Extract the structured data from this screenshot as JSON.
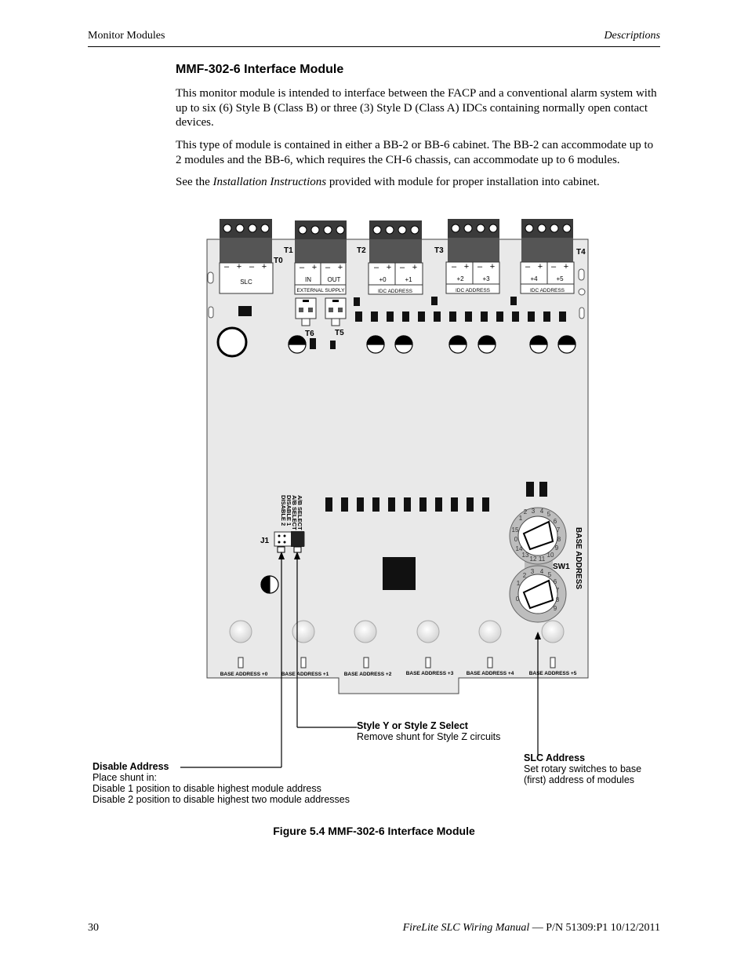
{
  "header": {
    "left": "Monitor Modules",
    "right": "Descriptions"
  },
  "section_title": "MMF-302-6 Interface Module",
  "paragraphs": [
    "This monitor module is intended to interface between the FACP and a conventional alarm system with up to six (6) Style B (Class B) or three (3) Style D (Class A) IDCs containing normally open contact devices.",
    "This type of module is contained in either a BB-2 or BB-6 cabinet. The BB-2 can accommodate up to 2 modules and the BB-6, which requires the CH-6 chassis, can accommodate up to 6 modules."
  ],
  "para3": {
    "before": "See the ",
    "italic": "Installation Instructions",
    "after": " provided with module for proper installation into cabinet."
  },
  "board": {
    "terminal_labels": [
      "T0",
      "T1",
      "T2",
      "T3",
      "T4",
      "T5",
      "T6",
      "J1",
      "SW1"
    ],
    "slc_label": "SLC",
    "ext_supply": {
      "in": "IN",
      "out": "OUT",
      "label": "EXTERNAL SUPPLY"
    },
    "idc_blocks": [
      {
        "a": "+0",
        "b": "+1",
        "label": "IDC ADDRESS"
      },
      {
        "a": "+2",
        "b": "+3",
        "label": "IDC ADDRESS"
      },
      {
        "a": "+4",
        "b": "+5",
        "label": "IDC ADDRESS"
      }
    ],
    "pm": {
      "minus": "–",
      "plus": "+"
    },
    "jumper_labels": [
      "A/B SELECT",
      "A/B SELECT",
      "DISABLE 1",
      "DISABLE 2"
    ],
    "base_address_vertical": "BASE ADDRESS",
    "base_address_leds": [
      "BASE ADDRESS +0",
      "BASE ADDRESS +1",
      "BASE ADDRESS +2",
      "BASE ADDRESS +3",
      "BASE ADDRESS +4",
      "BASE ADDRESS +5"
    ],
    "dial_upper_digits": [
      "0",
      "1",
      "2",
      "3",
      "4",
      "5",
      "6",
      "7",
      "8",
      "9",
      "10",
      "11",
      "12",
      "13",
      "14",
      "15"
    ],
    "dial_lower_digits": [
      "0",
      "1",
      "2",
      "3",
      "4",
      "5",
      "6",
      "7",
      "8",
      "9"
    ]
  },
  "callouts": {
    "style": {
      "title": "Style Y or Style Z Select",
      "line1": "Remove shunt for Style Z circuits"
    },
    "disable": {
      "title": "Disable Address",
      "line1": "Place shunt in:",
      "line2": "Disable 1 position to disable highest  module address",
      "line3": "Disable 2 position to disable highest two module addresses"
    },
    "slc": {
      "title": "SLC Address",
      "line1": "Set rotary switches to base",
      "line2": "(first) address of modules"
    }
  },
  "caption": "Figure 5.4  MMF-302-6 Interface Module",
  "footer": {
    "page": "30",
    "manual": "FireLite SLC Wiring Manual",
    "rest": " — P/N 51309:P1  10/12/2011"
  }
}
